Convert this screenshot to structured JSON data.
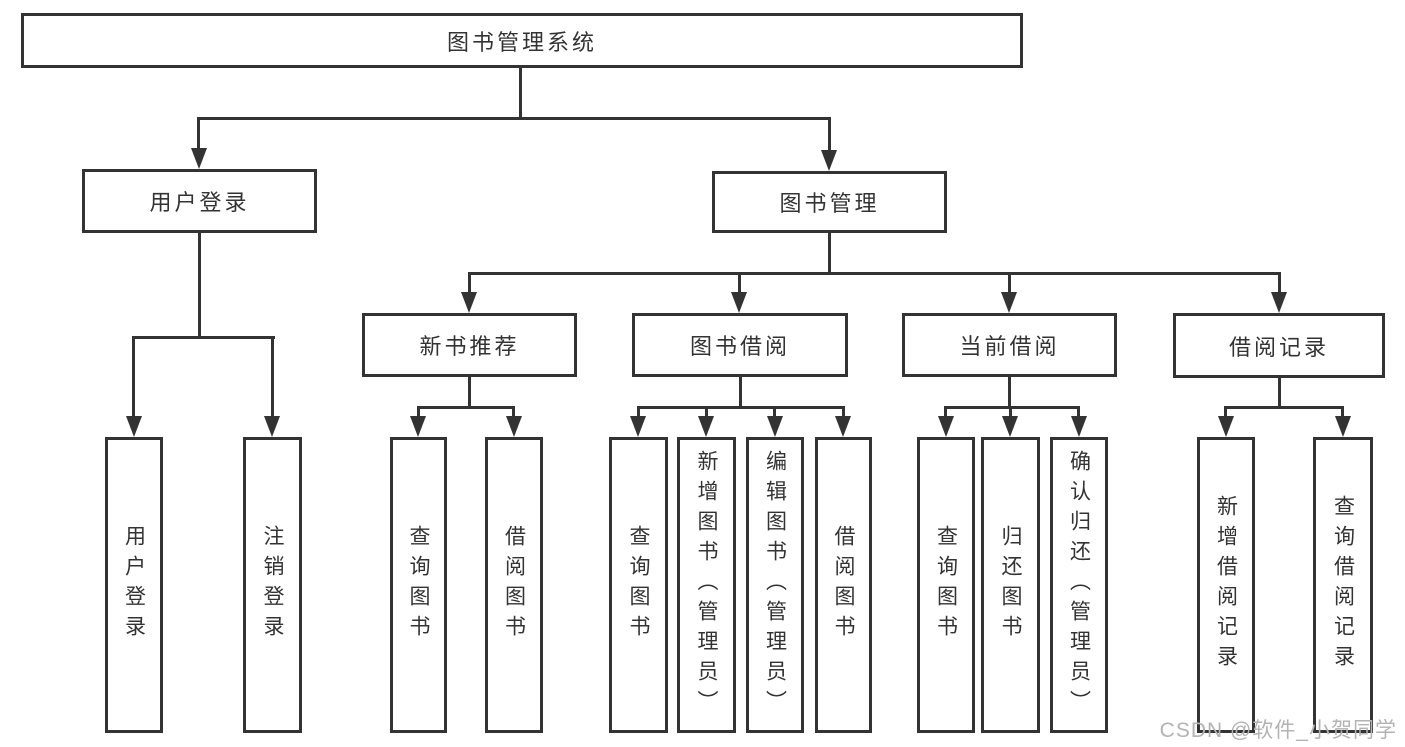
{
  "tree": {
    "root": {
      "label": "图书管理系统"
    },
    "branches": [
      {
        "label": "用户登录",
        "children": [
          {
            "label": "用户登录"
          },
          {
            "label": "注销登录"
          }
        ]
      },
      {
        "label": "图书管理",
        "children": [
          {
            "label": "新书推荐",
            "children": [
              {
                "label": "查询图书"
              },
              {
                "label": "借阅图书"
              }
            ]
          },
          {
            "label": "图书借阅",
            "children": [
              {
                "label": "查询图书"
              },
              {
                "label": "新增图书（管理员）"
              },
              {
                "label": "编辑图书（管理员）"
              },
              {
                "label": "借阅图书"
              }
            ]
          },
          {
            "label": "当前借阅",
            "children": [
              {
                "label": "查询图书"
              },
              {
                "label": "归还图书"
              },
              {
                "label": "确认归还（管理员）"
              }
            ]
          },
          {
            "label": "借阅记录",
            "children": [
              {
                "label": "新增借阅记录"
              },
              {
                "label": "查询借阅记录"
              }
            ]
          }
        ]
      }
    ]
  },
  "watermark": {
    "text": "CSDN @软件_小贺同学"
  },
  "colors": {
    "line": "#333333",
    "text": "#333333",
    "watermark": "#b3b3b3",
    "background": "#ffffff"
  }
}
